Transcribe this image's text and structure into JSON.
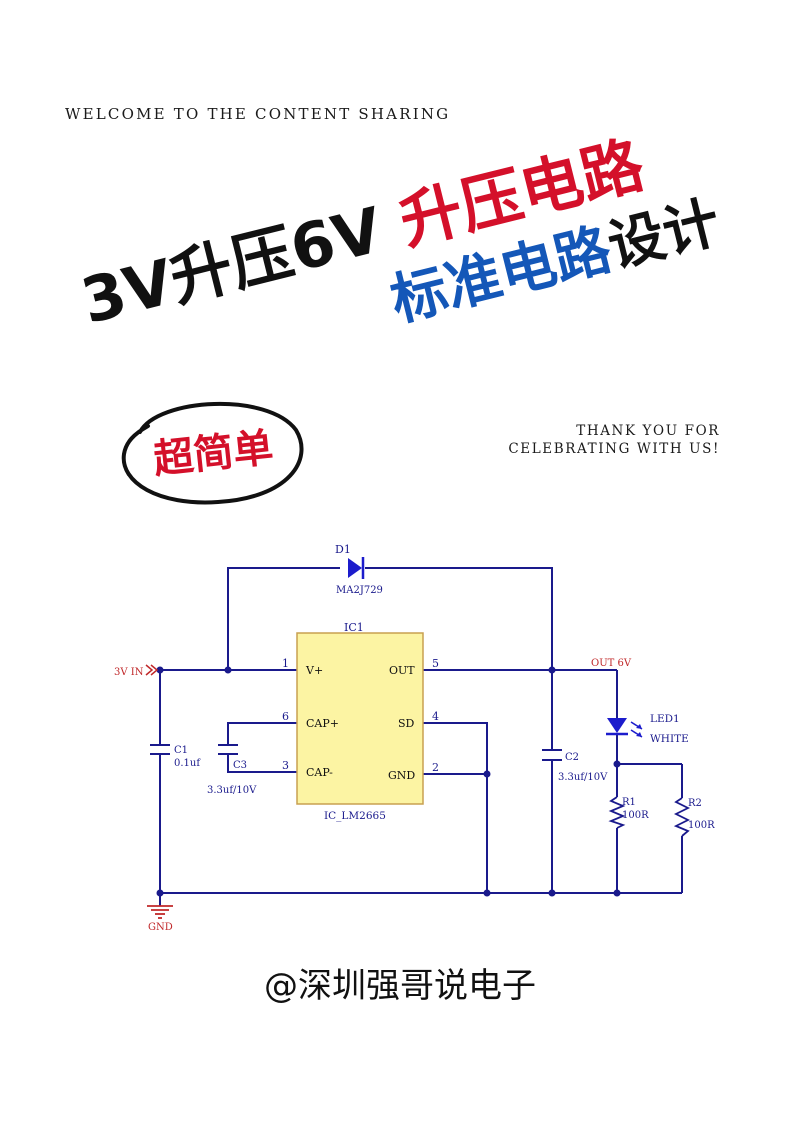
{
  "header": {
    "welcome": "WELCOME TO THE CONTENT SHARING"
  },
  "headline": {
    "line1_black": "3V升压6V",
    "line1_red": "升压电路",
    "line2_blue": "标准电路",
    "line2_black": "设计"
  },
  "stamp": {
    "text": "超简单"
  },
  "thanks": {
    "line1": "THANK YOU FOR",
    "line2": "CELEBRATING WITH US!"
  },
  "diagram": {
    "d1": {
      "ref": "D1",
      "part": "MA2J729"
    },
    "ic1": {
      "ref": "IC1",
      "part": "IC_LM2665",
      "pins": [
        {
          "num": "1",
          "name": "V+"
        },
        {
          "num": "6",
          "name": "CAP+"
        },
        {
          "num": "3",
          "name": "CAP-"
        },
        {
          "num": "5",
          "name": "OUT"
        },
        {
          "num": "4",
          "name": "SD"
        },
        {
          "num": "2",
          "name": "GND"
        }
      ]
    },
    "input_label": "3V IN",
    "output_label": "OUT 6V",
    "c1": {
      "ref": "C1",
      "value": "0.1uf"
    },
    "c3": {
      "ref": "C3",
      "value": "3.3uf/10V"
    },
    "c2": {
      "ref": "C2",
      "value": "3.3uf/10V"
    },
    "led1": {
      "ref": "LED1",
      "color": "WHITE"
    },
    "r1": {
      "ref": "R1",
      "value": "100R"
    },
    "r2": {
      "ref": "R2",
      "value": "100R"
    },
    "gnd_label": "GND",
    "colors": {
      "wire": "#1a1a8c",
      "ic_fill": "#fcf4a3",
      "ic_border": "#c8a050",
      "signal_red": "#c0282a",
      "diode": "#1c1ccc"
    }
  },
  "footer": {
    "handle": "@深圳强哥说电子"
  }
}
